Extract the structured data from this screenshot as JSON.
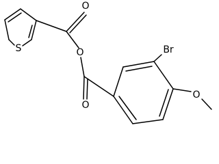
{
  "molecule": {
    "atoms": {
      "sulfur": "S",
      "ester_carbonyl_oxygen": "O",
      "ester_oxygen": "O",
      "ketone_oxygen": "O",
      "bromine": "Br",
      "methoxy_oxygen": "O"
    }
  }
}
